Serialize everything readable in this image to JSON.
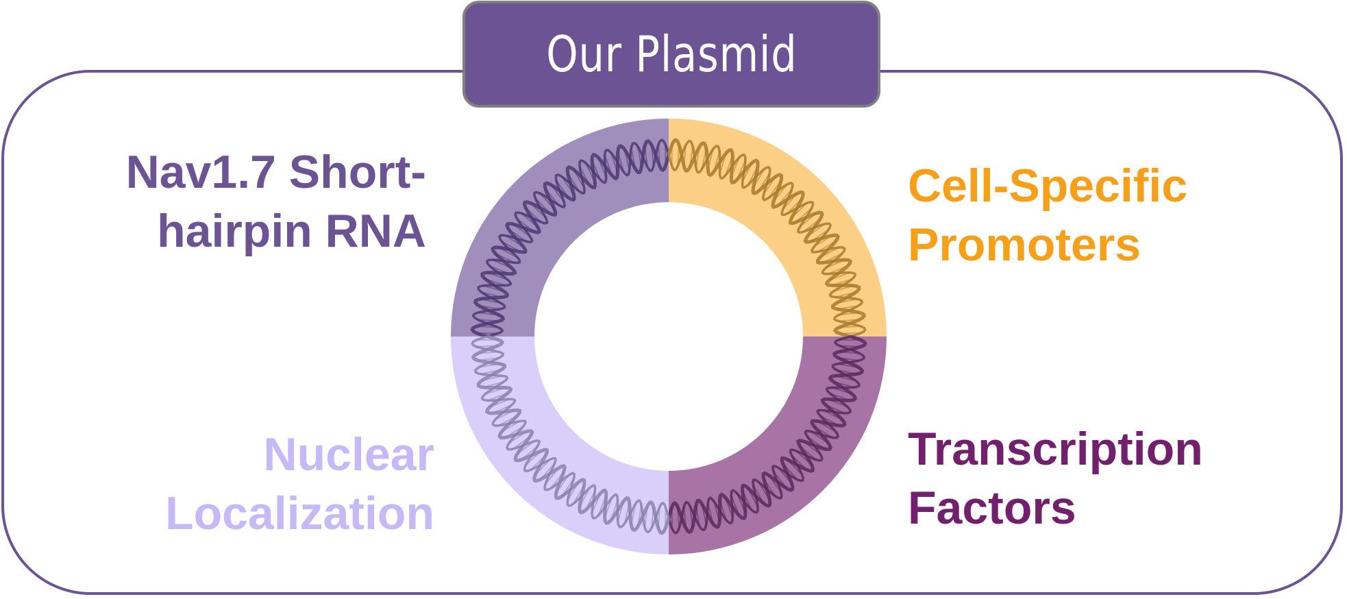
{
  "title": "Our Plasmid",
  "colors": {
    "frame": "#6b5394",
    "title_bg": "#6b5394",
    "title_border": "#808080",
    "title_text": "#ffffff"
  },
  "segments": [
    {
      "id": "top-left",
      "label_lines": [
        "Nav1.7 Short-",
        "hairpin RNA"
      ],
      "fill": "#a08fbd",
      "text_color": "#6b5394",
      "helix_color": "#4e3a72"
    },
    {
      "id": "top-right",
      "label_lines": [
        "Cell-Specific",
        "Promoters"
      ],
      "fill": "#fccf86",
      "text_color": "#f6a01a",
      "helix_color": "#a87a2a"
    },
    {
      "id": "bottom-right",
      "label_lines": [
        "Transcription",
        "Factors"
      ],
      "fill": "#a873a5",
      "text_color": "#721f6e",
      "helix_color": "#5a2a5e"
    },
    {
      "id": "bottom-left",
      "label_lines": [
        "Nuclear",
        "Localization"
      ],
      "fill": "#dacffb",
      "text_color": "#c6b9f7",
      "helix_color": "#8a82a8"
    }
  ]
}
